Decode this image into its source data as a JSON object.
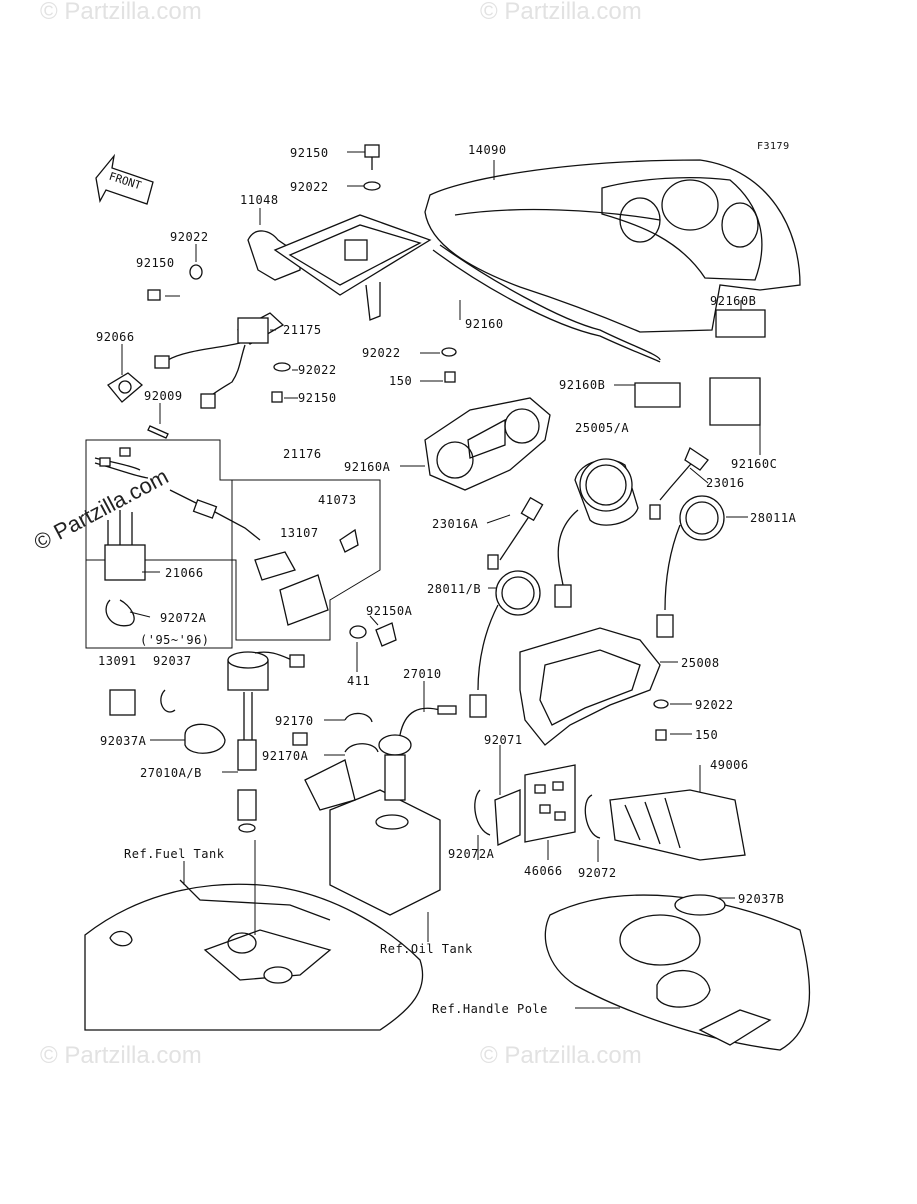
{
  "figure_code": "F3179",
  "front_label": "FRONT",
  "watermark": "© Partzilla.com",
  "labels": {
    "l92150_top": "92150",
    "l14090": "14090",
    "l92022_top": "92022",
    "l11048": "11048",
    "l92022_left": "92022",
    "l92150_left": "92150",
    "l21175": "21175",
    "l92066": "92066",
    "l92160": "92160",
    "l92160B_a": "92160B",
    "l92022_mid": "92022",
    "l92022_b": "92022",
    "l150_a": "150",
    "l92160B_b": "92160B",
    "l92150_b": "92150",
    "l92009": "92009",
    "l21176": "21176",
    "l25005A": "25005/A",
    "l92160A": "92160A",
    "l92160C": "92160C",
    "l23016": "23016",
    "l41073": "41073",
    "l23016A": "23016A",
    "l28011A": "28011A",
    "l13107": "13107",
    "l21066": "21066",
    "l28011B": "28011/B",
    "l92072A_left": "92072A",
    "l92150A": "92150A",
    "l9596": "('95~'96)",
    "l13091": "13091",
    "l92037": "92037",
    "l411": "411",
    "l27010": "27010",
    "l25008": "25008",
    "l92022_c": "92022",
    "l92170": "92170",
    "l92037A": "92037A",
    "l150_b": "150",
    "l92170A": "92170A",
    "l92071": "92071",
    "l49006": "49006",
    "l27010AB": "27010A/B",
    "l92072A_r": "92072A",
    "l46066": "46066",
    "l92072": "92072",
    "lRefFuel": "Ref.Fuel Tank",
    "l92037B": "92037B",
    "lRefOil": "Ref.Oil Tank",
    "lRefHandle": "Ref.Handle Pole"
  }
}
